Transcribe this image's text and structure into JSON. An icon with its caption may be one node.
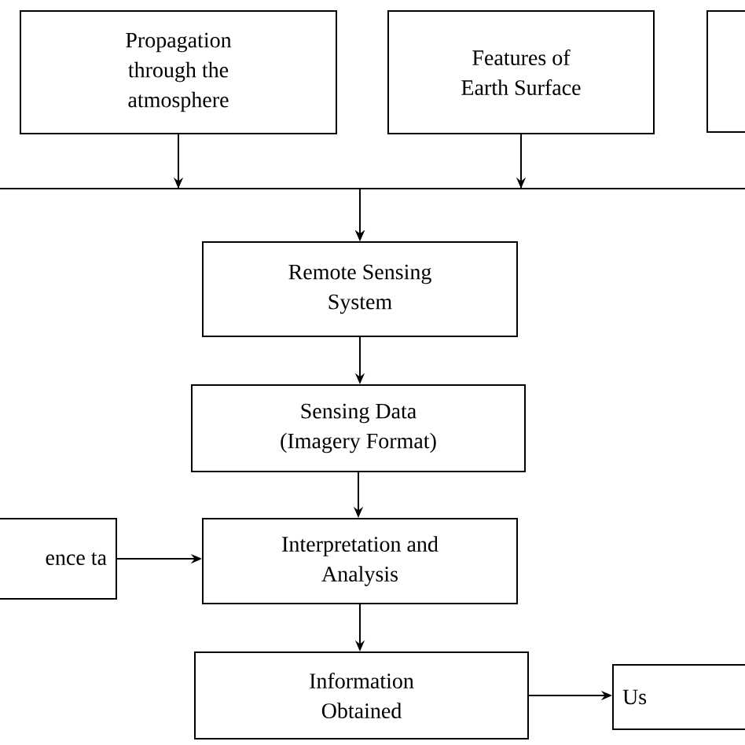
{
  "diagram": {
    "nodes": [
      {
        "text": [
          "Propagation through the atmosphere"
        ]
      },
      {
        "text": [
          "Features of Earth Surface"
        ]
      },
      {
        "text": [],
        "shape": "box"
      },
      {
        "text": [
          "Remote Sensing System"
        ]
      },
      {
        "text": [
          "Sensing Data (Imagery Format)"
        ]
      },
      {
        "text": [
          "ence ta"
        ]
      },
      {
        "text": [
          "Interpretation and Analysis"
        ]
      },
      {
        "text": [
          "Information Obtained"
        ]
      },
      {
        "text": [
          "Us"
        ]
      }
    ],
    "edges": [
      {
        "from": 0,
        "to": 3,
        "arrow": "to"
      },
      {
        "from": 1,
        "to": 3,
        "arrow": "to"
      },
      {
        "from": 3,
        "to": 4,
        "arrow": "to"
      },
      {
        "from": 4,
        "to": 6,
        "arrow": "to"
      },
      {
        "from": 5,
        "to": 6,
        "arrow": "to"
      },
      {
        "from": 6,
        "to": 7,
        "arrow": "to"
      },
      {
        "from": 7,
        "to": 8,
        "arrow": "to"
      }
    ]
  }
}
